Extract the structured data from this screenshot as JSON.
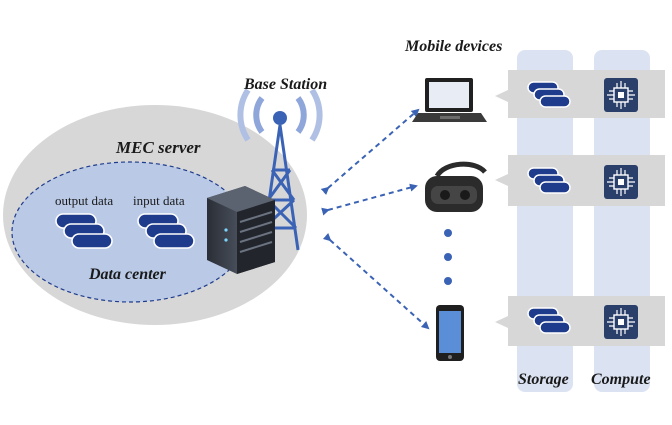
{
  "labels": {
    "mobile_devices": "Mobile devices",
    "base_station": "Base Station",
    "mec_server": "MEC server",
    "output_data": "output data",
    "input_data": "input data",
    "data_center": "Data center",
    "storage": "Storage",
    "compute": "Compute"
  },
  "icons": {
    "laptop": "laptop-icon",
    "vr_headset": "vr-headset-icon",
    "smartphone": "smartphone-icon",
    "antenna": "antenna-tower-icon",
    "server": "server-rack-icon",
    "storage": "storage-stack-icon",
    "chip": "cpu-chip-icon"
  },
  "colors": {
    "ellipse_fill": "#d7d7d7",
    "inner_fill": "#b9c9e6",
    "column_fill": "#dbe3f3",
    "icon_blue": "#1f3c8c",
    "arrow_blue": "#3b63b5",
    "chip_bg": "#2b3f6b"
  }
}
